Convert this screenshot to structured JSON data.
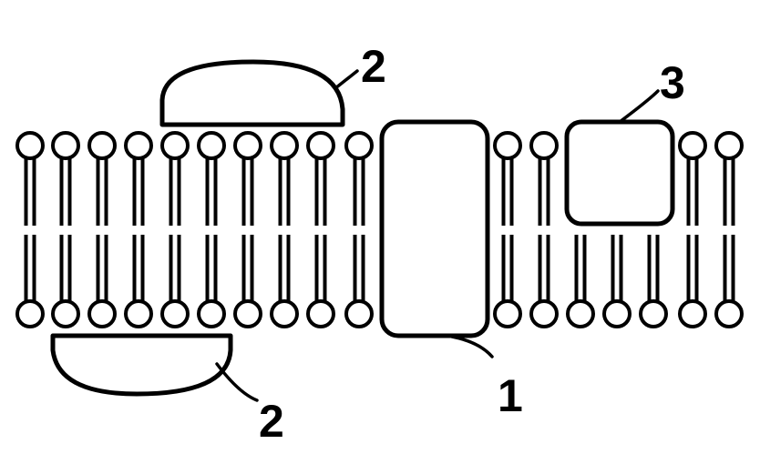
{
  "diagram": {
    "colors": {
      "background": "#ffffff",
      "line": "#000000",
      "shape_fill": "#ffffff"
    },
    "labels": {
      "integral_protein": "1",
      "peripheral_protein_top": "2",
      "peripheral_protein_bottom": "2",
      "semi_integral_protein": "3"
    }
  }
}
